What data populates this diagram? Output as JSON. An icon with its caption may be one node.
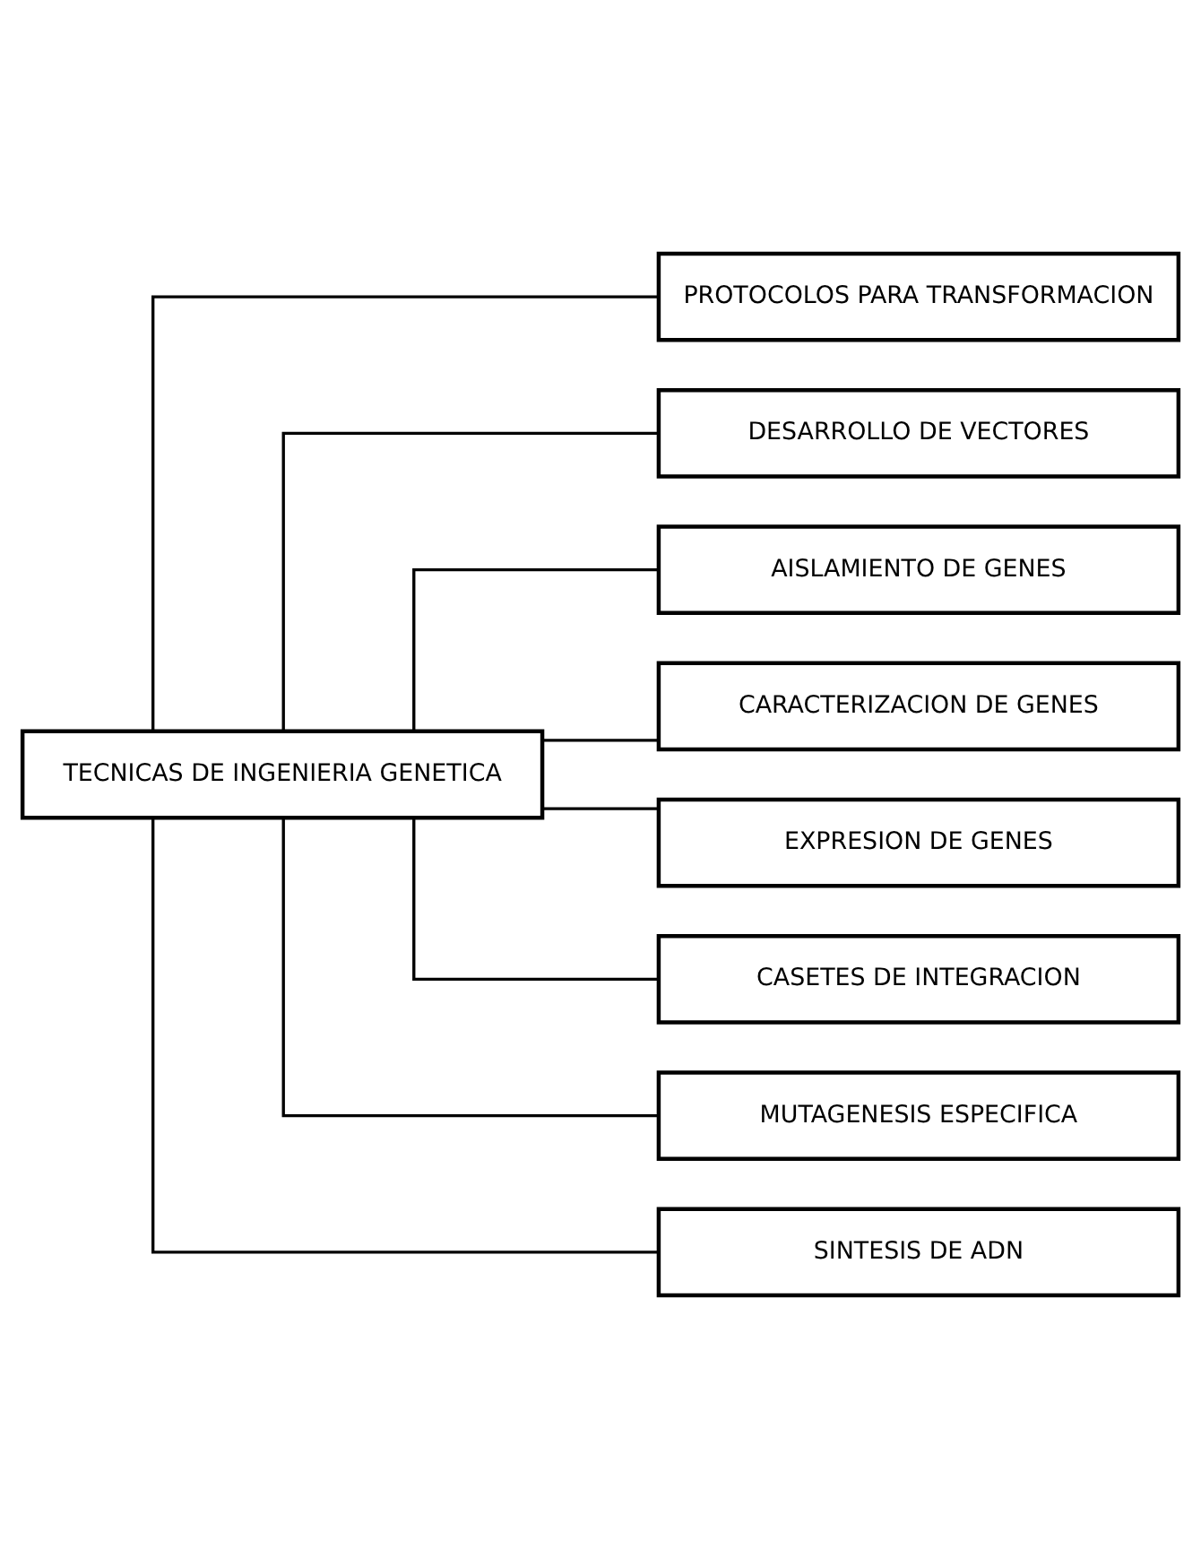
{
  "diagram": {
    "nodes": [
      {
        "text": [
          "TECNICAS DE INGENIERIA GENETICA"
        ]
      },
      {
        "text": [
          "PROTOCOLOS PARA TRANSFORMACION"
        ]
      },
      {
        "text": [
          "DESARROLLO DE VECTORES"
        ]
      },
      {
        "text": [
          "AISLAMIENTO DE GENES"
        ]
      },
      {
        "text": [
          "CARACTERIZACION DE GENES"
        ]
      },
      {
        "text": [
          "EXPRESION DE GENES"
        ]
      },
      {
        "text": [
          "CASETES DE INTEGRACION"
        ]
      },
      {
        "text": [
          "MUTAGENESIS ESPECIFICA"
        ]
      },
      {
        "text": [
          "SINTESIS DE ADN"
        ]
      }
    ],
    "edges": [
      {
        "from": 0,
        "to": 1,
        "arrow": "none"
      },
      {
        "from": 0,
        "to": 2,
        "arrow": "none"
      },
      {
        "from": 0,
        "to": 3,
        "arrow": "none"
      },
      {
        "from": 0,
        "to": 4,
        "arrow": "none"
      },
      {
        "from": 0,
        "to": 5,
        "arrow": "none"
      },
      {
        "from": 0,
        "to": 6,
        "arrow": "none"
      },
      {
        "from": 0,
        "to": 7,
        "arrow": "none"
      },
      {
        "from": 0,
        "to": 8,
        "arrow": "none"
      }
    ]
  }
}
